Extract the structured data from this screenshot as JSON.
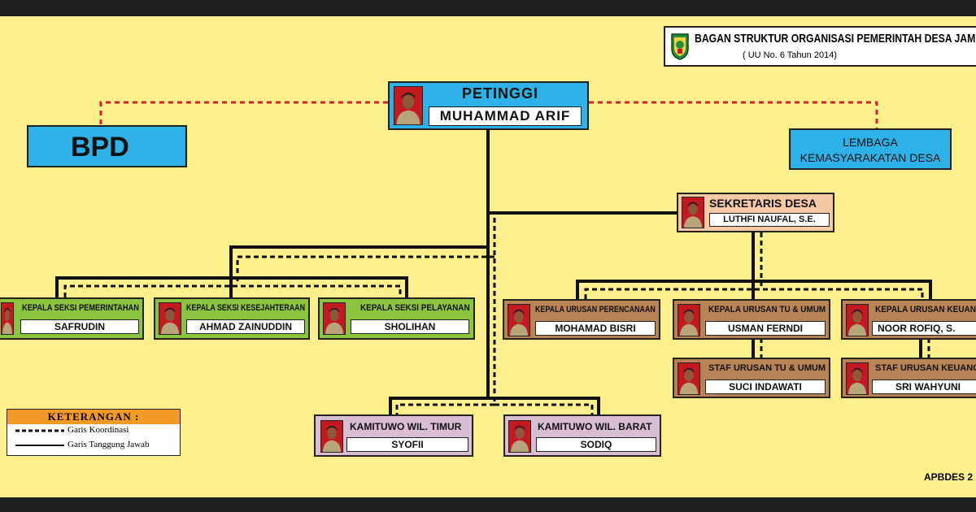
{
  "header": {
    "title": "BAGAN STRUKTUR ORGANISASI PEMERINTAH DESA JAMB",
    "subtitle": "( UU No. 6 Tahun 2014)",
    "logo_icon": "regency-emblem-icon"
  },
  "petinggi": {
    "title": "PETINGGI",
    "name": "MUHAMMAD ARIF"
  },
  "bpd": {
    "label": "BPD"
  },
  "lkd": {
    "line1": "LEMBAGA",
    "line2": "KEMASYARAKATAN DESA"
  },
  "sekretaris": {
    "title": "SEKRETARIS DESA",
    "name": "LUTHFI NAUFAL, S.E."
  },
  "seksi": [
    {
      "title": "KEPALA SEKSI PEMERINTAHAN",
      "name": "SAFRUDIN"
    },
    {
      "title": "KEPALA SEKSI KESEJAHTERAAN",
      "name": "AHMAD ZAINUDDIN"
    },
    {
      "title": "KEPALA SEKSI PELAYANAN",
      "name": "SHOLIHAN"
    }
  ],
  "urusan": [
    {
      "title": "KEPALA URUSAN PERENCANAAN",
      "name": "MOHAMAD BISRI"
    },
    {
      "title": "KEPALA URUSAN TU & UMUM",
      "name": "USMAN FERNDI"
    },
    {
      "title": "KEPALA URUSAN KEUANG",
      "name": "NOOR ROFIQ, S."
    }
  ],
  "staf": [
    {
      "title": "STAF URUSAN TU & UMUM",
      "name": "SUCI INDAWATI"
    },
    {
      "title": "STAF URUSAN KEUANG",
      "name": "SRI WAHYUNI"
    }
  ],
  "kamituwo": [
    {
      "title": "KAMITUWO WIL. TIMUR",
      "name": "SYOFII"
    },
    {
      "title": "KAMITUWO WIL. BARAT",
      "name": "SODIQ"
    }
  ],
  "legend": {
    "title": "KETERANGAN :",
    "dashed_label": "Garis Koordinasi",
    "solid_label": "Garis Tanggung Jawab"
  },
  "footer": {
    "text": "APBDES 2"
  },
  "colors": {
    "background": "#fdf08c",
    "petinggi": "#2eb1e6",
    "seksi": "#8bc53f",
    "urusan": "#b88456",
    "kamituwo": "#d8bdd3",
    "sekretaris": "#f6c9a6",
    "photo_bg": "#c4191f",
    "legend_header": "#f39a26",
    "coordination_line": "#d2232a"
  }
}
